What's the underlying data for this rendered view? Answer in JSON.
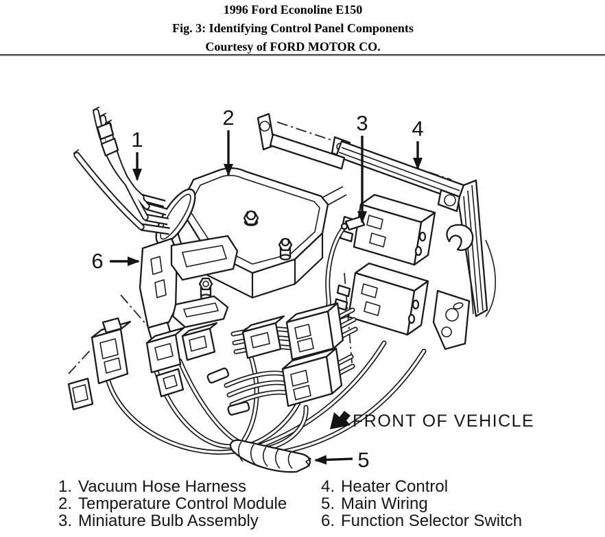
{
  "header": {
    "title": "1996 Ford Econoline E150",
    "figure_caption": "Fig. 3: Identifying Control Panel Components",
    "courtesy": "Courtesy of FORD MOTOR CO."
  },
  "diagram": {
    "front_of_vehicle_label": "FRONT OF VEHICLE",
    "callouts": {
      "c1": "1",
      "c2": "2",
      "c3": "3",
      "c4": "4",
      "c5": "5",
      "c6": "6"
    }
  },
  "legend": {
    "left": [
      {
        "num": "1.",
        "label": "Vacuum Hose Harness"
      },
      {
        "num": "2.",
        "label": "Temperature Control Module"
      },
      {
        "num": "3.",
        "label": "Miniature Bulb Assembly"
      }
    ],
    "right": [
      {
        "num": "4.",
        "label": "Heater Control"
      },
      {
        "num": "5.",
        "label": "Main Wiring"
      },
      {
        "num": "6.",
        "label": "Function Selector Switch"
      }
    ]
  }
}
